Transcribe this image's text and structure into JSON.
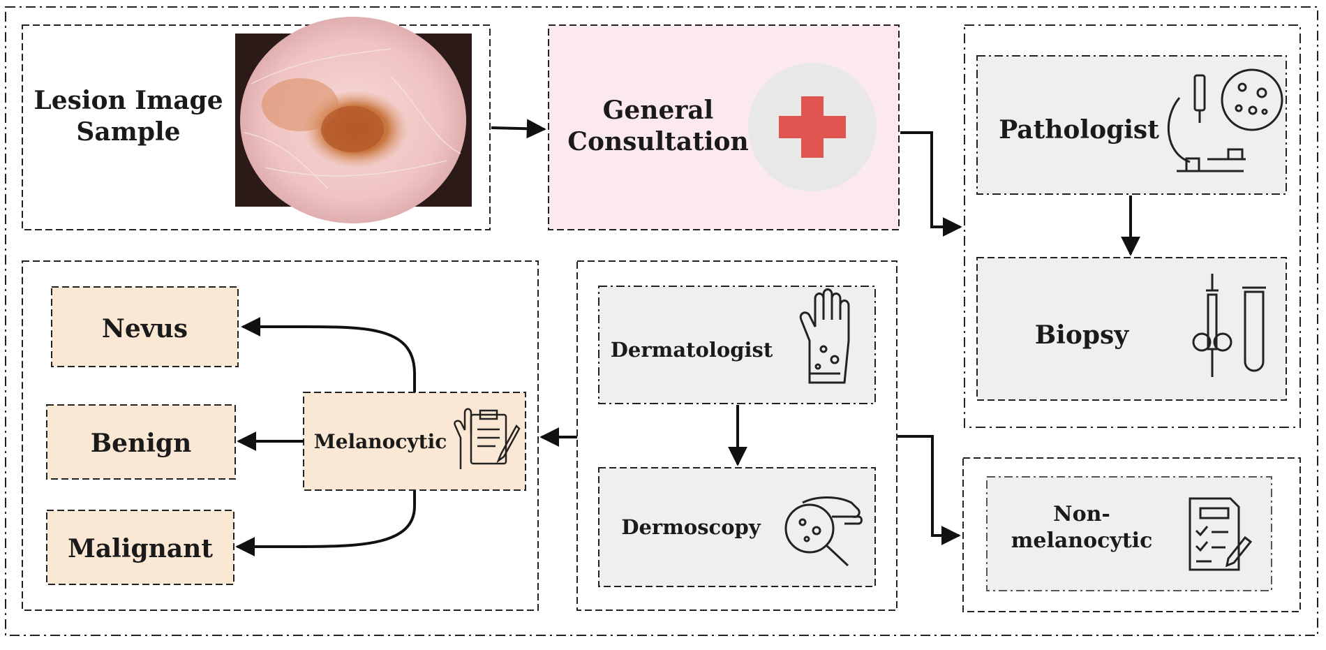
{
  "lesion": {
    "line1": "Lesion Image",
    "line2": "Sample"
  },
  "consultation": {
    "line1": "General",
    "line2": "Consultation"
  },
  "pathologist": {
    "label": "Pathologist"
  },
  "biopsy": {
    "label": "Biopsy"
  },
  "dermatologist": {
    "label": "Dermatologist"
  },
  "dermoscopy": {
    "label": "Dermoscopy"
  },
  "melanocytic": {
    "label": "Melanocytic"
  },
  "nevus": {
    "label": "Nevus"
  },
  "benign": {
    "label": "Benign"
  },
  "malignant": {
    "label": "Malignant"
  },
  "non_melanocytic": {
    "line1": "Non-",
    "line2": "melanocytic"
  },
  "colors": {
    "consultation_fill": "#fbe9ee",
    "grey_fill": "#eef0ef",
    "peach_fill": "#fbe8d4",
    "cross_red": "#e15550",
    "arrow": "#111111"
  },
  "icons": {
    "lesion_image": "dermoscopic-lesion-photo",
    "consultation": "medical-cross-icon",
    "pathologist": "microscope-icon",
    "biopsy": "syringe-test-tube-icon",
    "dermatologist": "hand-skin-icon",
    "dermoscopy": "magnifier-hand-icon",
    "melanocytic": "clipboard-hand-icon",
    "non_melanocytic": "report-checklist-icon"
  }
}
